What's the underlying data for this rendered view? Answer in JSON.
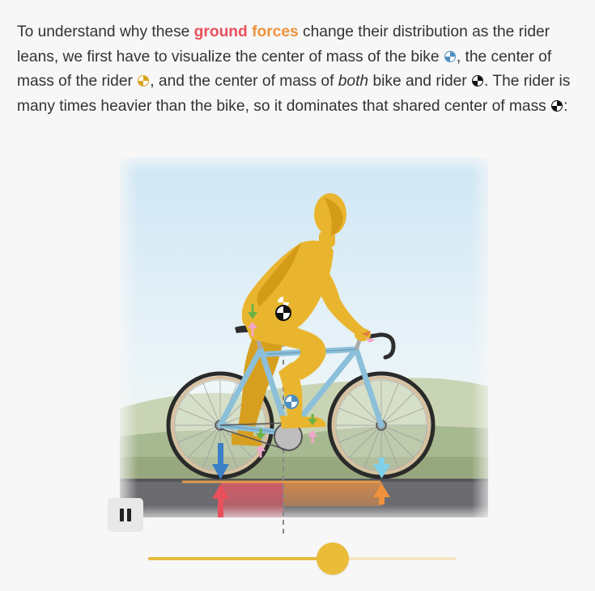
{
  "paragraph": {
    "p1": "To understand why these ",
    "hl1": "ground",
    "hl2": "forces",
    "p2": " change their distribution as the rider leans, we first have to visualize the center of mass of the bike ",
    "p3": ", the center of mass of the rider ",
    "p4": ", and the center of mass of ",
    "both": "both",
    "p5": " bike and rider ",
    "p6": ". The rider is many times heavier than the bike, so it dominates that shared center of mass ",
    "p7": ":"
  },
  "colors": {
    "ground_red": "#e8505b",
    "forces_orange": "#f0923d",
    "bike_blue": "#8cbfd9",
    "rider_yellow": "#e9b52f",
    "accent_slider": "#e7bb3f"
  },
  "controls": {
    "pause_icon": "pause-icon",
    "slider_value": 0.6
  }
}
